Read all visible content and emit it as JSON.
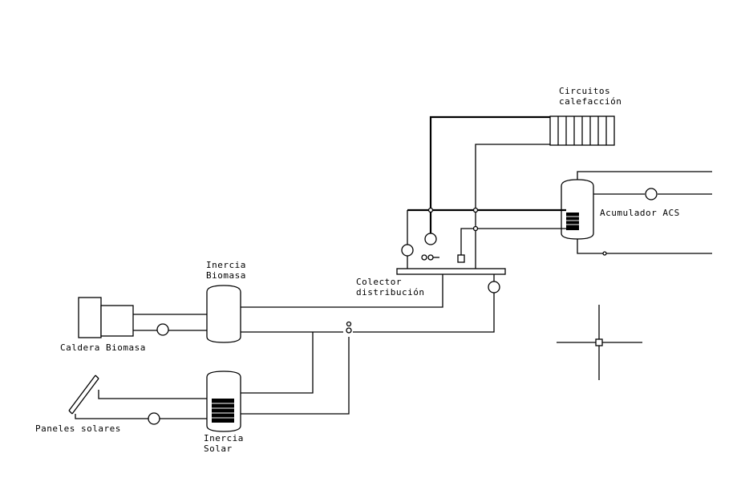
{
  "labels": {
    "circuitos": [
      "Circuitos",
      "calefacción"
    ],
    "acumulador": "Acumulador ACS",
    "inercia_biomasa": [
      "Inercia",
      "Biomasa"
    ],
    "colector": [
      "Colector",
      "distribución"
    ],
    "caldera": "Caldera Biomasa",
    "paneles": "Paneles solares",
    "inercia_solar": [
      "Inercia",
      "Solar"
    ]
  },
  "colors": {
    "line": "#000000",
    "background": "#ffffff"
  }
}
